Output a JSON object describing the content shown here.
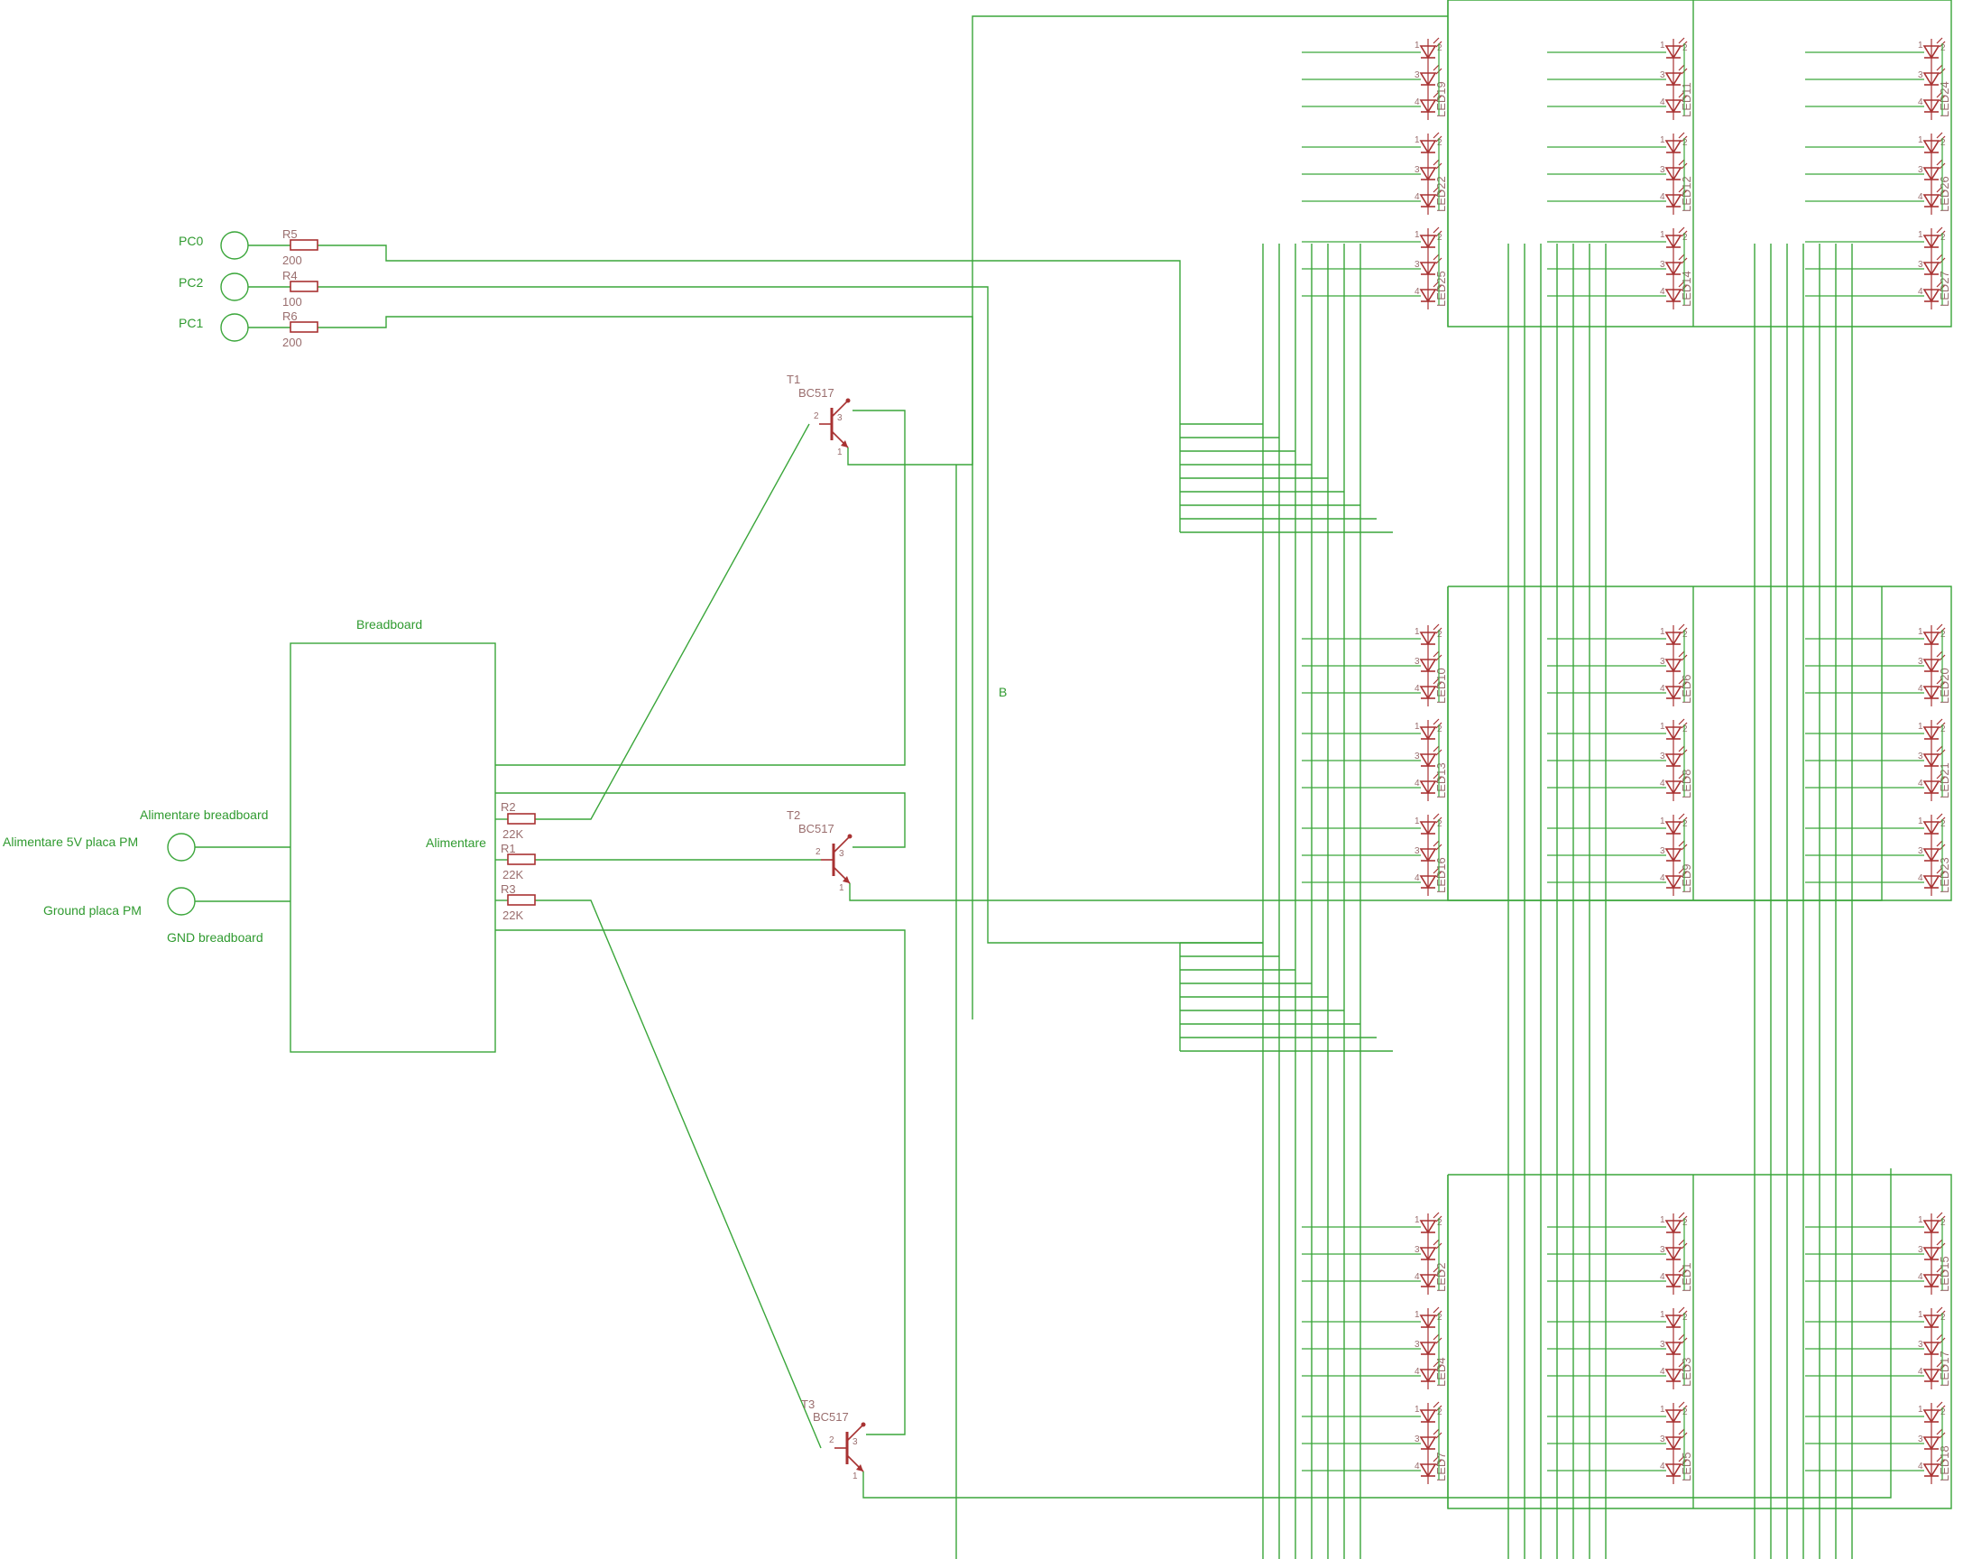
{
  "connectors": [
    {
      "id": "pc0",
      "label": "PC0"
    },
    {
      "id": "pc2",
      "label": "PC2"
    },
    {
      "id": "pc1",
      "label": "PC1"
    },
    {
      "id": "sup",
      "label": "Alimentare 5V placa PM"
    },
    {
      "id": "gnd",
      "label": "Ground placa PM"
    }
  ],
  "resistors": [
    {
      "id": "r5",
      "name": "R5",
      "value": "200"
    },
    {
      "id": "r4",
      "name": "R4",
      "value": "100"
    },
    {
      "id": "r6",
      "name": "R6",
      "value": "200"
    },
    {
      "id": "r2",
      "name": "R2",
      "value": "22K"
    },
    {
      "id": "r1",
      "name": "R1",
      "value": "22K"
    },
    {
      "id": "r3",
      "name": "R3",
      "value": "22K"
    }
  ],
  "transistors": [
    {
      "id": "t1",
      "name": "T1",
      "part": "BC517"
    },
    {
      "id": "t2",
      "name": "T2",
      "part": "BC517"
    },
    {
      "id": "t3",
      "name": "T3",
      "part": "BC517"
    }
  ],
  "breadboard": {
    "title": "Breadboard",
    "port_label": "Alimentare",
    "supply_label": "Alimentare breadboard",
    "gnd_label": "GND breadboard"
  },
  "net_label": "B",
  "pin_numbers": {
    "p1": "1",
    "p2": "2",
    "p3": "3",
    "p4": "4"
  },
  "leds": [
    [
      "LED19",
      "LED22",
      "LED25",
      "LED11",
      "LED12",
      "LED14",
      "LED24",
      "LED26",
      "LED27"
    ],
    [
      "LED10",
      "LED13",
      "LED16",
      "LED6",
      "LED8",
      "LED9",
      "LED20",
      "LED21",
      "LED23"
    ],
    [
      "LED2",
      "LED4",
      "LED7",
      "LED1",
      "LED3",
      "LED5",
      "LED15",
      "LED17",
      "LED18"
    ]
  ],
  "colors": {
    "wire": "#3aa63a",
    "component": "#a83232",
    "text_green": "#2f9a2f",
    "text_part": "#9a6e6e"
  }
}
